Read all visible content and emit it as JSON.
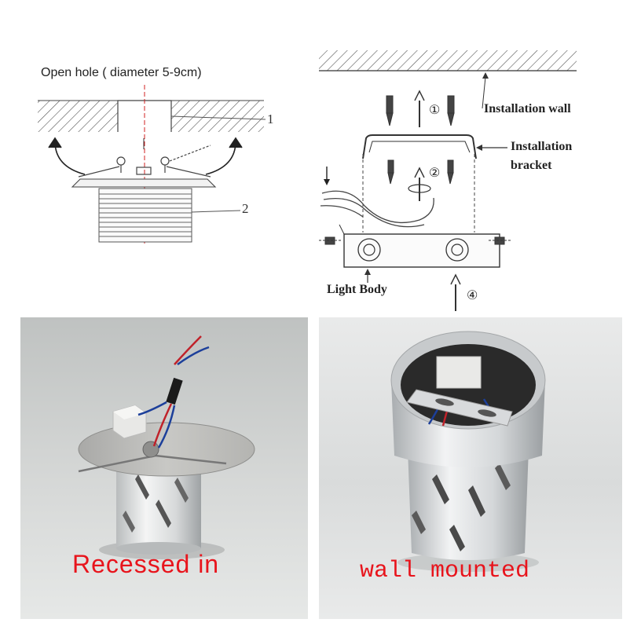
{
  "panel1": {
    "title": "Open  hole ( diameter 5-9cm)",
    "callout_1": "1",
    "callout_2": "2"
  },
  "panel2": {
    "installation_wall": "Installation wall",
    "installation": "Installation",
    "bracket": "bracket",
    "light_body": "Light Body",
    "step_1": "①",
    "step_2": "②",
    "step_4": "④"
  },
  "panel3": {
    "caption": "Recessed  in",
    "caption_color": "#e8141c"
  },
  "panel4": {
    "caption": "wall mounted",
    "caption_color": "#e8141c"
  }
}
